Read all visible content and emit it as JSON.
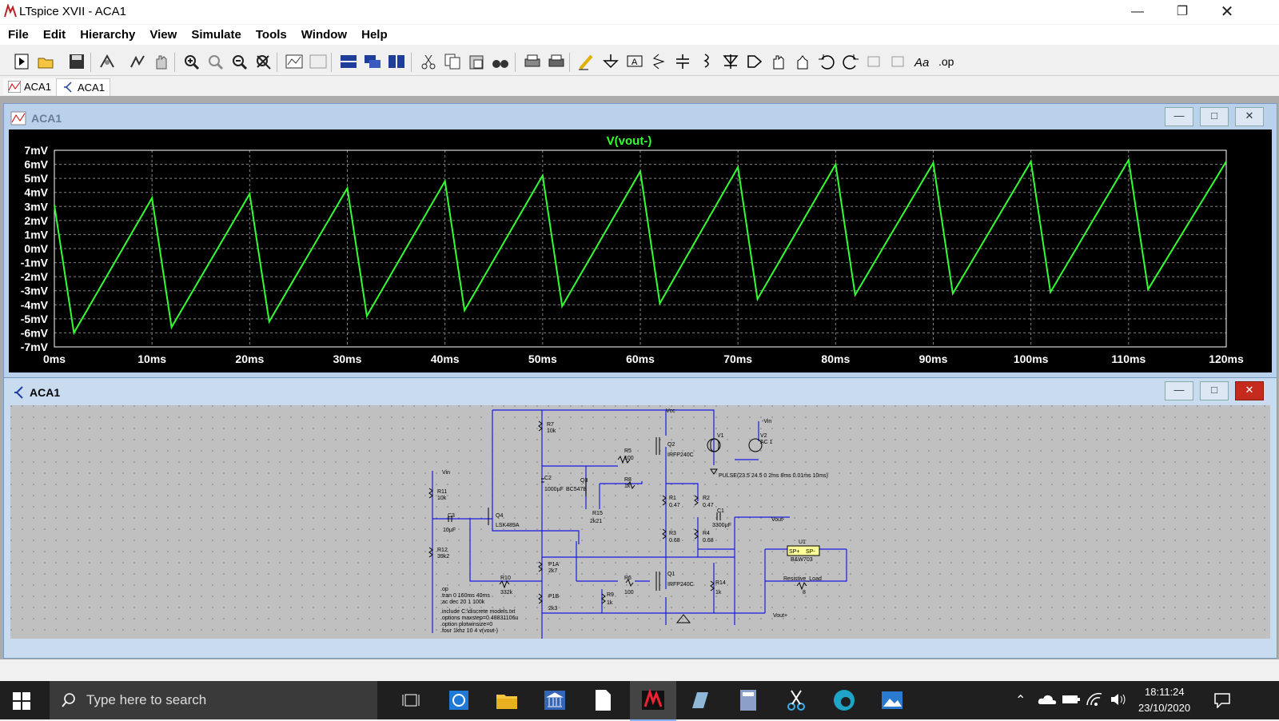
{
  "app": {
    "title": "LTspice XVII - ACA1"
  },
  "menu": [
    "File",
    "Edit",
    "Hierarchy",
    "View",
    "Simulate",
    "Tools",
    "Window",
    "Help"
  ],
  "tabs": [
    {
      "label": "ACA1",
      "icon": "waveform-icon"
    },
    {
      "label": "ACA1",
      "icon": "schematic-icon"
    }
  ],
  "plot_window": {
    "title": "ACA1"
  },
  "schematic_window": {
    "title": "ACA1"
  },
  "chart_data": {
    "type": "line",
    "title": "V(vout-)",
    "x_tick_labels": [
      "0ms",
      "10ms",
      "20ms",
      "30ms",
      "40ms",
      "50ms",
      "60ms",
      "70ms",
      "80ms",
      "90ms",
      "100ms",
      "110ms",
      "120ms"
    ],
    "y_tick_labels": [
      "7mV",
      "6mV",
      "5mV",
      "4mV",
      "3mV",
      "2mV",
      "1mV",
      "0mV",
      "-1mV",
      "-2mV",
      "-3mV",
      "-4mV",
      "-5mV",
      "-6mV",
      "-7mV"
    ],
    "xlim": [
      0,
      120
    ],
    "ylim": [
      -7,
      7
    ],
    "grid": true,
    "series": [
      {
        "name": "V(vout-)",
        "color": "#33ff33",
        "x": [
          0,
          2,
          10,
          12,
          20,
          22,
          30,
          32,
          40,
          42,
          50,
          52,
          60,
          62,
          70,
          72,
          80,
          82,
          90,
          92,
          100,
          102,
          110,
          112,
          120
        ],
        "y": [
          3.1,
          -6.0,
          3.6,
          -5.6,
          3.9,
          -5.2,
          4.3,
          -4.8,
          4.8,
          -4.4,
          5.2,
          -4.1,
          5.5,
          -3.9,
          5.8,
          -3.6,
          6.0,
          -3.3,
          6.1,
          -3.2,
          6.2,
          -3.1,
          6.3,
          -2.9,
          6.2
        ]
      }
    ]
  },
  "schematic": {
    "labels": [
      "Vcc",
      "-Vin",
      "Vin",
      "R7",
      "10k",
      "Q2",
      "IRFP240C",
      "V1",
      "V2",
      "AC 1",
      "R5",
      "100",
      "PULSE(23.5 24.5 0 2ms 8ms 0.01ms 10ms)",
      "R11",
      "10k",
      "C2",
      "1000µF",
      "Q3",
      "BC547B",
      "R8",
      "1k",
      "R1",
      "0.47",
      "R2",
      "0.47",
      "C1",
      "3300µF",
      "Vout-",
      "C3",
      "10µF",
      "Q4",
      "LSK489A",
      "R15",
      "2k21",
      "R12",
      "39k2",
      "R3",
      "0.68",
      "R4",
      "0.68",
      "U1",
      "SP+",
      "SP-",
      "B&W703",
      "Resistive_Load",
      "8",
      "P1A",
      "2k7",
      "R10",
      "332k",
      "R6",
      "100",
      "Q1",
      "IRFP240C",
      "R14",
      "1k",
      "R9",
      "1k",
      "P1B",
      "2k3",
      "Vout+"
    ],
    "directives": [
      ".op",
      ".tran 0 160ms 40ms",
      ";ac dec 20 1 100k",
      ".include C:\\discrete models.txt",
      ".options maxstep=0.48831106u",
      ".option plotwinsize=0",
      ".four 1khz 10 4 v(vout-)"
    ]
  },
  "taskbar": {
    "search_placeholder": "Type here to search",
    "time": "18:11:24",
    "date": "23/10/2020"
  }
}
